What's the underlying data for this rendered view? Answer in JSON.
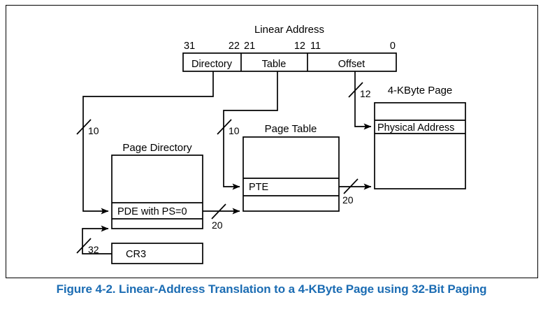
{
  "figure": {
    "caption": "Figure 4-2.  Linear-Address Translation to a 4-KByte Page using 32-Bit Paging",
    "caption_color": "#1B6CB3"
  },
  "linear_address": {
    "title": "Linear Address",
    "fields": [
      {
        "label": "Directory",
        "high_bit": "31",
        "low_bit": "22",
        "width_bits": "10"
      },
      {
        "label": "Table",
        "high_bit": "21",
        "low_bit": "12",
        "width_bits": "10"
      },
      {
        "label": "Offset",
        "high_bit": "11",
        "low_bit": "0",
        "width_bits": "12"
      }
    ]
  },
  "structures": {
    "page_directory": {
      "title": "Page Directory",
      "entry": "PDE with PS=0"
    },
    "page_table": {
      "title": "Page Table",
      "entry": "PTE"
    },
    "page_frame": {
      "title": "4-KByte Page",
      "entry": "Physical Address"
    },
    "control_register": {
      "label": "CR3"
    }
  },
  "bus_widths": {
    "directory_index": "10",
    "table_index": "10",
    "page_offset": "12",
    "pde_base": "20",
    "pte_base": "20",
    "cr3_base": "32"
  }
}
